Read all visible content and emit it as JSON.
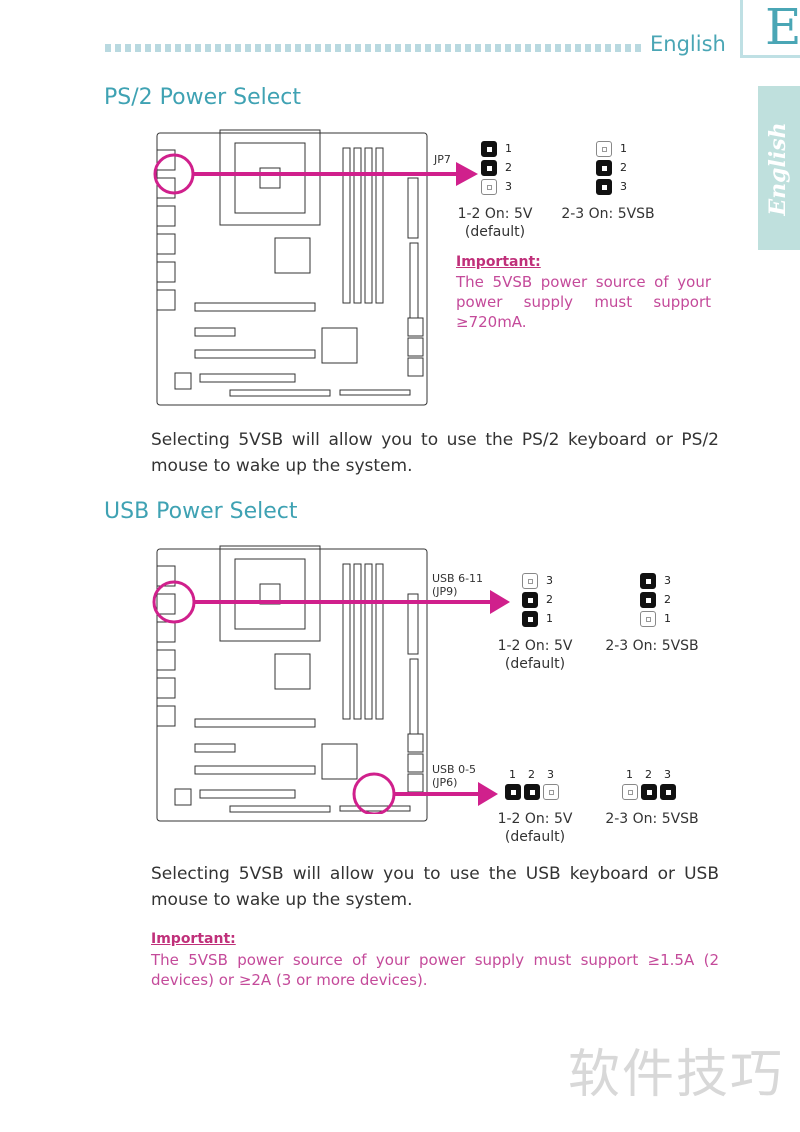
{
  "header": {
    "language": "English",
    "tab_letter": "E",
    "side_tab": "English"
  },
  "ps2": {
    "title": "PS/2 Power Select",
    "jumper_label": "JP7",
    "options": [
      {
        "caption": "1-2  On:  5V",
        "sub": "(default)",
        "pins": [
          "1",
          "2",
          "3"
        ],
        "closed": [
          true,
          true,
          false
        ]
      },
      {
        "caption": "2-3  On:  5VSB",
        "sub": "",
        "pins": [
          "1",
          "2",
          "3"
        ],
        "closed": [
          false,
          true,
          true
        ]
      }
    ],
    "important_title": "Important:",
    "important_text": "The 5VSB power source of your power supply must support ≥720mA.",
    "body": "Selecting 5VSB will allow you to use the PS/2 keyboard or PS/2 mouse to wake up the system."
  },
  "usb": {
    "title": "USB Power Select",
    "jp9_label_1": "USB 6-11",
    "jp9_label_2": "(JP9)",
    "jp9_options": [
      {
        "caption": "1-2  On:  5V",
        "sub": "(default)",
        "pins": [
          "3",
          "2",
          "1"
        ],
        "closed": [
          false,
          true,
          true
        ]
      },
      {
        "caption": "2-3  On:  5VSB",
        "sub": "",
        "pins": [
          "3",
          "2",
          "1"
        ],
        "closed": [
          true,
          true,
          false
        ]
      }
    ],
    "jp6_label_1": "USB 0-5",
    "jp6_label_2": "(JP6)",
    "jp6_options": [
      {
        "caption": "1-2  On:  5V",
        "sub": "(default)",
        "pins": [
          "1",
          "2",
          "3"
        ],
        "closed": [
          true,
          true,
          false
        ]
      },
      {
        "caption": "2-3  On:  5VSB",
        "sub": "",
        "pins": [
          "1",
          "2",
          "3"
        ],
        "closed": [
          false,
          true,
          true
        ]
      }
    ],
    "body": "Selecting 5VSB will allow you to use the USB keyboard or USB mouse to wake up the system.",
    "important_title": "Important:",
    "important_text": "The 5VSB power source of your power supply must support ≥1.5A (2 devices) or ≥2A (3 or more devices)."
  },
  "watermark": "软件技巧",
  "colors": {
    "accent": "#3fa2b3",
    "arrow": "#d0208c",
    "important": "#c44a9a"
  }
}
